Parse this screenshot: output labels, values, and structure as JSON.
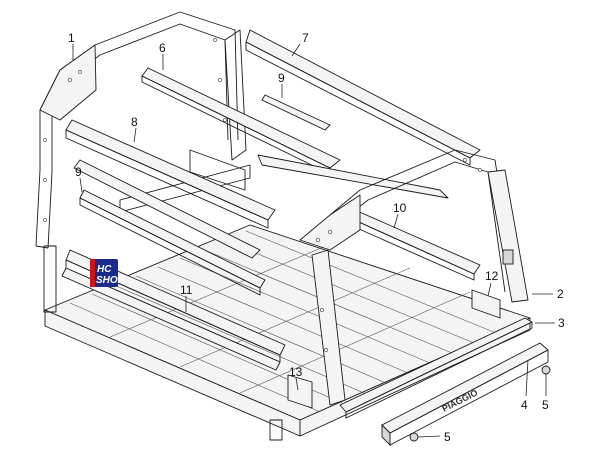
{
  "callouts": [
    {
      "id": "1",
      "label": "1"
    },
    {
      "id": "2",
      "label": "2"
    },
    {
      "id": "3",
      "label": "3"
    },
    {
      "id": "4",
      "label": "4"
    },
    {
      "id": "5a",
      "label": "5"
    },
    {
      "id": "5b",
      "label": "5"
    },
    {
      "id": "6",
      "label": "6"
    },
    {
      "id": "7",
      "label": "7"
    },
    {
      "id": "8",
      "label": "8"
    },
    {
      "id": "9a",
      "label": "9"
    },
    {
      "id": "9b",
      "label": "9"
    },
    {
      "id": "10",
      "label": "10"
    },
    {
      "id": "11",
      "label": "11"
    },
    {
      "id": "12",
      "label": "12"
    },
    {
      "id": "13",
      "label": "13"
    }
  ],
  "brand_plate": "PIAGGIO",
  "watermark": {
    "line1": "HC",
    "line2": "SHOP"
  },
  "colors": {
    "watermark_bg": "#1a2a8a",
    "watermark_accent": "#d4111a"
  }
}
